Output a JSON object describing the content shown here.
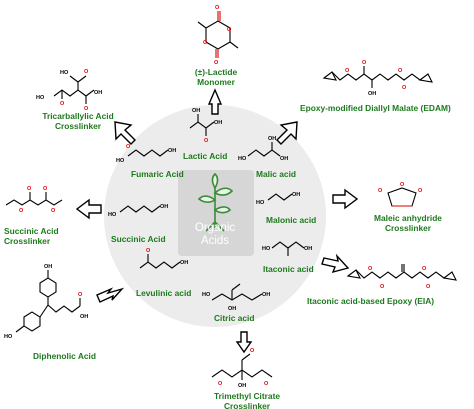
{
  "center": {
    "line1": "Organic",
    "line2": "Acids"
  },
  "inner_labels": {
    "lactic": "Lactic Acid",
    "fumaric": "Fumaric Acid",
    "malic": "Malic acid",
    "succinic": "Succinic Acid",
    "malonic": "Malonic acid",
    "itaconic": "Itaconic acid",
    "levulinic": "Levulinic acid",
    "citric": "Citric acid"
  },
  "outer_labels": {
    "lactide_1": "(±)-Lactide",
    "lactide_2": "Monomer",
    "tricarballylic_1": "Tricarballylic Acid",
    "tricarballylic_2": "Crosslinker",
    "edam": "Epoxy-modified Diallyl Malate (EDAM)",
    "maleic_1": "Maleic anhydride",
    "maleic_2": "Crosslinker",
    "succinic_cl_1": "Succinic Acid",
    "succinic_cl_2": "Crosslinker",
    "eia": "Itaconic acid-based Epoxy (EIA)",
    "diphenolic": "Diphenolic Acid",
    "tmc_1": "Trimethyl Citrate",
    "tmc_2": "Crosslinker"
  },
  "atoms": {
    "O": "O",
    "OH": "OH",
    "HO": "HO"
  },
  "colors": {
    "label_green": "#1d7a1d",
    "circle_fill": "#ececec",
    "center_box": "#d8d8d8",
    "oxygen_red": "#e00000",
    "plant_green": "#3a8a3a"
  },
  "icons": [
    "plant-icon"
  ]
}
